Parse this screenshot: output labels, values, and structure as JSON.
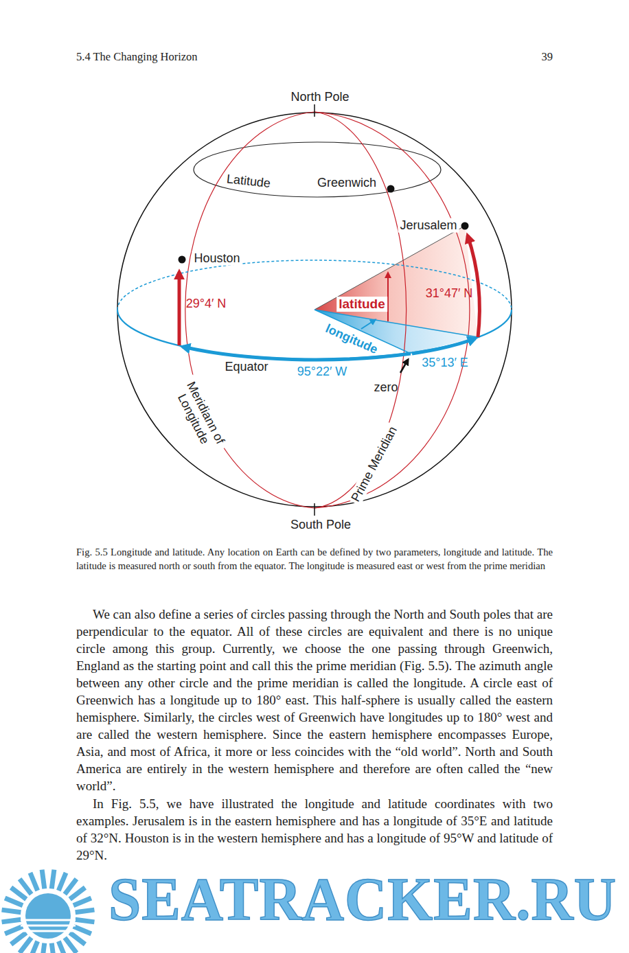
{
  "diagram": {
    "caption": "Fig. 5.5 Longitude and latitude. Any location on Earth can be defined by two parameters, longitude and latitude. The latitude is measured north or south from the equator. The longitude is measured east or west from the prime meridian",
    "labels": [
      "5.4 The Changing Horizon",
      "39",
      "North Pole",
      "Latitude",
      "Greenwich",
      "Jerusalem",
      "Houston",
      "31°47′ N",
      "latitude",
      "29°4′ N",
      "longitude",
      "Equator",
      "95°22′ W",
      "35°13′ E",
      "zero",
      "Meridiann of Longitude",
      "Prime Meridian",
      "South Pole",
      "We can also define a series of circles passing through the North and South poles that are perpendicular to the equator. All of these circles are equivalent and there is no unique circle among this group. Currently, we choose the one passing through Greenwich, England as the starting point and call this the prime meridian (Fig. 5.5). The azimuth angle between any other circle and the prime meridian is called the longitude. A circle east of Greenwich has a longitude up to 180° east. This half-sphere is usually called the eastern hemisphere. Similarly, the circles west of Greenwich have longitudes up to 180° west and are called the western hemisphere. Since the eastern hemisphere encompasses Europe, Asia, and most of Africa, it more or less coincides with the “old world”. North and South America are entirely in the western hemisphere and therefore are often called the “new world”.",
      "In Fig. 5.5, we have illustrated the longitude and latitude coordinates with two examples. Jerusalem is in the eastern hemisphere and has a longitude of 35°E and latitude of 32°N. Houston is in the western hemisphere and has a longitude of 95°W and latitude of 29°N.",
      "SEATRACKER.RU"
    ]
  }
}
